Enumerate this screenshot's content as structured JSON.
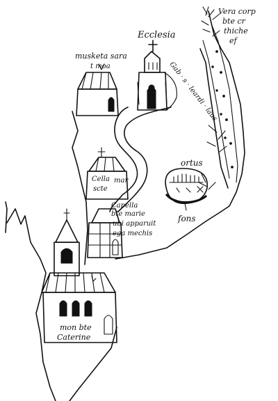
{
  "labels": {
    "top_right": [
      "Vera corp",
      "bte cr",
      "thiche",
      "ef"
    ],
    "ecclesia": "Ecclesia",
    "muskera": [
      "musketa sara",
      "t moa"
    ],
    "gab": "Gab · s · leardi · laus",
    "cella": [
      "Cella",
      "scte",
      "mar"
    ],
    "ortus": "ortus",
    "fons": "fons",
    "capella": [
      "Capella",
      "bte marie",
      "ubi apparuit",
      "ega mechis"
    ],
    "monastery": [
      "mon bte",
      "Caterine"
    ]
  }
}
